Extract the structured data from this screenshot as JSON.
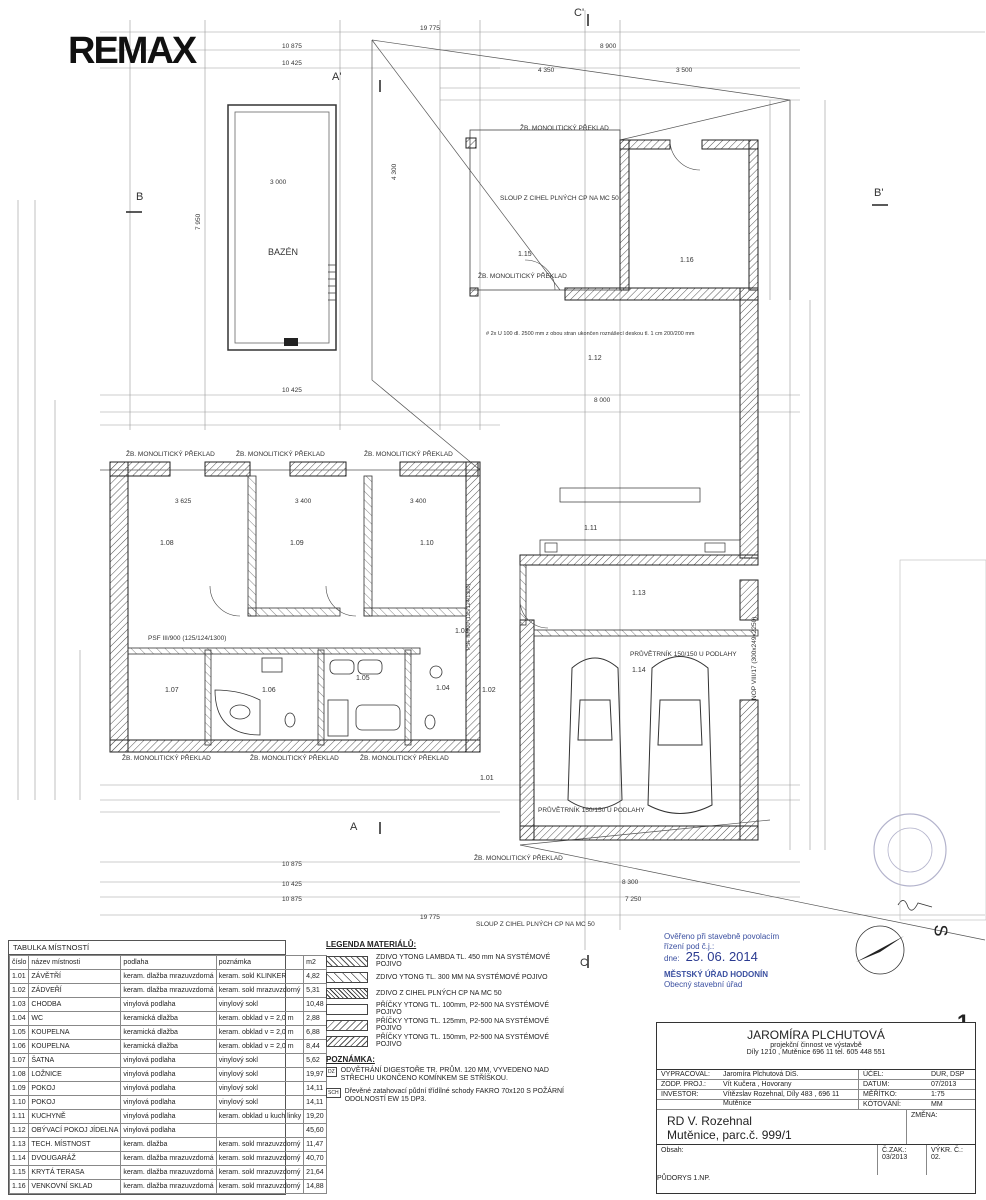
{
  "logo_text": "REMAX",
  "section_marks": {
    "c_top": "C'",
    "c_bottom": "C",
    "a_top": "A'",
    "a_bottom": "A",
    "b_left": "B",
    "b_right": "B'"
  },
  "rooms_on_plan": [
    "1.01",
    "1.02",
    "1.03",
    "1.04",
    "1.05",
    "1.06",
    "1.07",
    "1.08",
    "1.09",
    "1.10",
    "1.11",
    "1.12",
    "1.13",
    "1.14",
    "1.15",
    "1.16",
    "BAZÉN"
  ],
  "plan_labels": {
    "preklad": "ŽB. MONOLITICKÝ PŘEKLAD",
    "sloup": "SLOUP Z CIHEL PLNÝCH CP NA MC 50",
    "pruvetrnik_top": "PRŮVĚTRNÍK 150/150 U PODLAHY",
    "pruvetrnik_bottom": "PRŮVĚTRNÍK 150/150 U PODLAHY",
    "u100": "# 2x U 100 dl. 2500 mm z obou stran ukončen roznášecí deskou tl. 1 cm 200/200 mm",
    "psf1": "PSF III/900 (125/124/1300)",
    "psf2": "PSF III/900 (125/124/1300)",
    "nop_garage": "NOP VIII/17 (300x249x2250)"
  },
  "dimensions": {
    "top_total": "19 775",
    "top_a": "10 875",
    "top_b": "10 425",
    "top_c": "8 900",
    "top_d": "4 350",
    "top_e": "3 500",
    "top_f": "4 300",
    "mid_a": "10 425",
    "mid_b": "8 000",
    "bot_a": "10 875",
    "bot_b": "10 425",
    "bot_c": "8 300",
    "bot_d": "7 250",
    "bot_total": "19 775",
    "pool_w": "3 000",
    "pool_h": "7 950",
    "room108": "3 625",
    "room109": "3 400",
    "room110": "3 400"
  },
  "room_table": {
    "caption": "TABULKA MÍSTNOSTÍ",
    "headers": [
      "číslo",
      "název místnosti",
      "podlaha",
      "poznámka",
      "m2"
    ],
    "rows": [
      [
        "1.01",
        "ZÁVĚTŘÍ",
        "keram. dlažba mrazuvzdorná",
        "keram. sokl KLINKER",
        "4,82"
      ],
      [
        "1.02",
        "ZÁDVEŘÍ",
        "keram. dlažba mrazuvzdorná",
        "keram. sokl mrazuvzdorný",
        "5,31"
      ],
      [
        "1.03",
        "CHODBA",
        "vinylová podlaha",
        "vinylový sokl",
        "10,48"
      ],
      [
        "1.04",
        "WC",
        "keramická dlažba",
        "keram. obklad v = 2,0 m",
        "2,88"
      ],
      [
        "1.05",
        "KOUPELNA",
        "keramická dlažba",
        "keram. obklad v = 2,0 m",
        "6,88"
      ],
      [
        "1.06",
        "KOUPELNA",
        "keramická dlažba",
        "keram. obklad v = 2,0 m",
        "8,44"
      ],
      [
        "1.07",
        "ŠATNA",
        "vinylová podlaha",
        "vinylový sokl",
        "5,62"
      ],
      [
        "1.08",
        "LOŽNICE",
        "vinylová podlaha",
        "vinylový sokl",
        "19,97"
      ],
      [
        "1.09",
        "POKOJ",
        "vinylová podlaha",
        "vinylový sokl",
        "14,11"
      ],
      [
        "1.10",
        "POKOJ",
        "vinylová podlaha",
        "vinylový sokl",
        "14,11"
      ],
      [
        "1.11",
        "KUCHYNĚ",
        "vinylová podlaha",
        "keram. obklad u kuch linky",
        "19,20"
      ],
      [
        "1.12",
        "OBÝVACÍ POKOJ JÍDELNA",
        "vinylová podlaha",
        "",
        "45,60"
      ],
      [
        "1.13",
        "TECH. MÍSTNOST",
        "keram. dlažba",
        "keram. sokl mrazuvzdorný",
        "11,47"
      ],
      [
        "1.14",
        "DVOUGARÁŽ",
        "keram. dlažba mrazuvzdorná",
        "keram. sokl mrazuvzdorný",
        "40,70"
      ],
      [
        "1.15",
        "KRYTÁ TERASA",
        "keram. dlažba mrazuvzdorná",
        "keram. sokl mrazuvzdorný",
        "21,64"
      ],
      [
        "1.16",
        "VENKOVNÍ SKLAD",
        "keram. dlažba mrazuvzdorná",
        "keram. sokl mrazuvzdorný",
        "14,88"
      ]
    ]
  },
  "legend": {
    "title": "LEGENDA MATERIÁLŮ:",
    "items": [
      "ZDIVO YTONG LAMBDA TL. 450 mm NA SYSTÉMOVÉ POJIVO",
      "ZDIVO YTONG TL. 300 MM NA SYSTÉMOVÉ POJIVO",
      "ZDIVO Z CIHEL PLNÝCH CP NA MC 50",
      "PŘÍČKY YTONG TL. 100mm, P2-500 NA SYSTÉMOVÉ POJIVO",
      "PŘÍČKY YTONG TL. 125mm, P2-500 NA SYSTÉMOVÉ POJIVO",
      "PŘÍČKY YTONG TL. 150mm, P2-500 NA SYSTÉMOVÉ POJIVO"
    ]
  },
  "notes": {
    "title": "POZNÁMKA:",
    "items": [
      {
        "key": "DZ",
        "text": "ODVĚTRÁNÍ DIGESTOŘE TR. PRŮM. 120 MM, VYVEDENO NAD STŘECHU UKONČENO KOMÍNKEM SE STŘÍŠKOU."
      },
      {
        "key": "SCH",
        "text": "Dřevěné zatahovací půdní  třídílné schody FAKRO 70x120 S POŽÁRNÍ ODOLNOSTÍ EW 15 DP3."
      }
    ]
  },
  "stamp": {
    "line1": "Ověřeno při stavebně povolacím",
    "line2": "řízení pod č.j.:",
    "date": "25. 06. 2014",
    "date_prefix": "dne:",
    "office": "MĚSTSKÝ ÚŘAD HODONÍN",
    "office_sub": "Obecný stavební úřad"
  },
  "title_block": {
    "company": "JAROMÍRA PLCHUTOVÁ",
    "subtitle": "projekční činnost ve výstavbě",
    "address": "Díly 1210 , Mutěnice 696 11 tel. 605 448 551",
    "rows": [
      {
        "label": "VYPRACOVAL:",
        "value": "Jaromíra Plchutová DiS.",
        "side_label": "ÚČEL:",
        "side_value": "DUR, DSP"
      },
      {
        "label": "ZODP. PROJ.:",
        "value": "Vít Kučera , Hovorany",
        "side_label": "DATUM:",
        "side_value": "07/2013"
      },
      {
        "label": "INVESTOR:",
        "value": "Vítězslav Rozehnal, Díly 483 , 696 11 Mutěnice",
        "side_label": "MĚŘÍTKO:",
        "side_value": "1:75"
      },
      {
        "label": "",
        "value": "",
        "side_label": "KÓTOVÁNÍ:",
        "side_value": "MM"
      },
      {
        "label": "",
        "value": "",
        "side_label": "ZMĚNA:",
        "side_value": ""
      }
    ],
    "project_line1": "RD V. Rozehnal",
    "project_line2": "Mutěnice, parc.č. 999/1",
    "obsah": "Obsah:",
    "drawing": "PŮDORYS 1.NP.",
    "c_zak_label": "Č.ZAK.:",
    "c_zak": "03/2013",
    "vykr_label": "VÝKR. Č.:",
    "vykr": "02."
  },
  "sheet_number": "1",
  "north_letter": "S"
}
